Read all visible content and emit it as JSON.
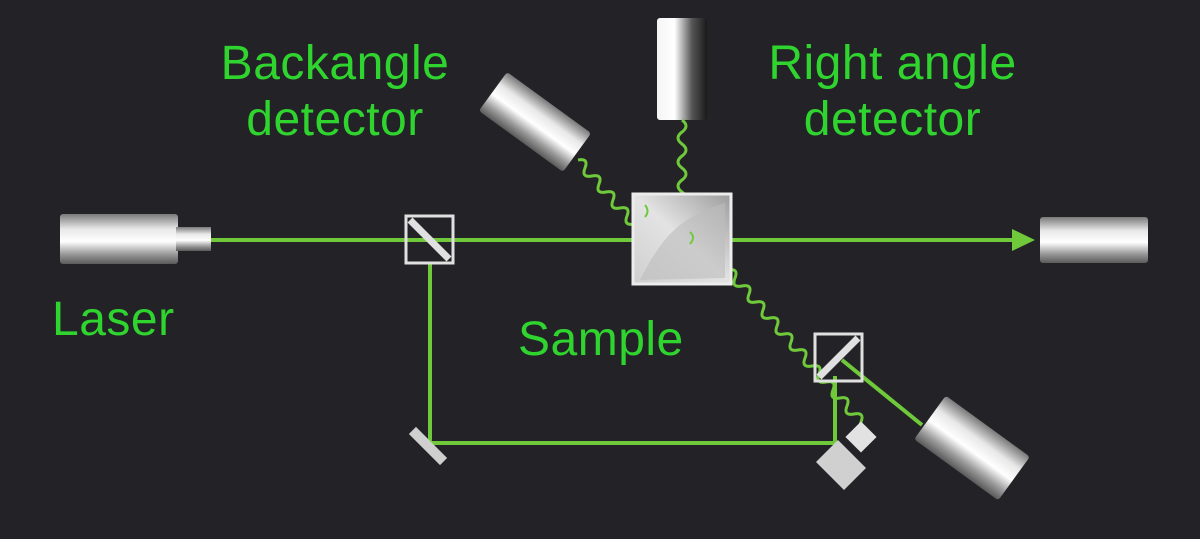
{
  "labels": {
    "backangle_detector": [
      "Backangle",
      "detector"
    ],
    "right_angle_detector": [
      "Right angle",
      "detector"
    ],
    "laser": "Laser",
    "sample": "Sample"
  },
  "colors": {
    "background": "#232327",
    "beam": "#6fc93a",
    "label": "#2fd42f",
    "metal_light": "#f2f2f2",
    "metal_dark": "#4a4a4a"
  }
}
